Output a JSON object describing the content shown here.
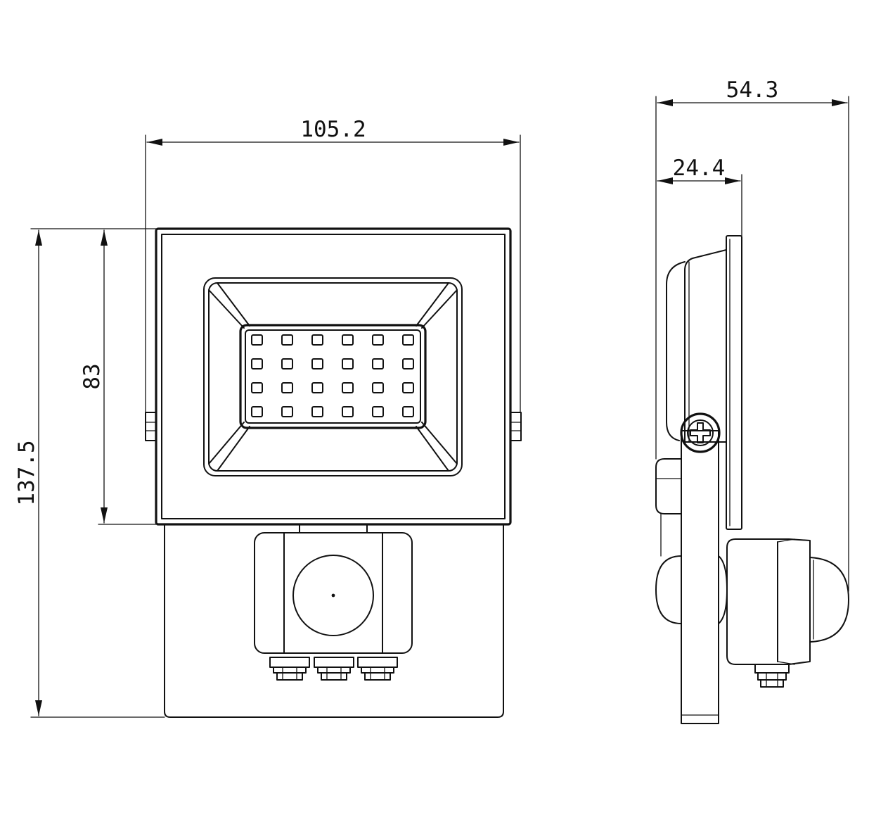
{
  "dimensions": {
    "width_total": "105.2",
    "height_total": "137.5",
    "height_body": "83",
    "depth_total": "54.3",
    "depth_body": "24.4"
  },
  "led_grid": {
    "rows": 4,
    "cols": 6
  },
  "colors": {
    "line": "#111111",
    "background": "#ffffff"
  }
}
